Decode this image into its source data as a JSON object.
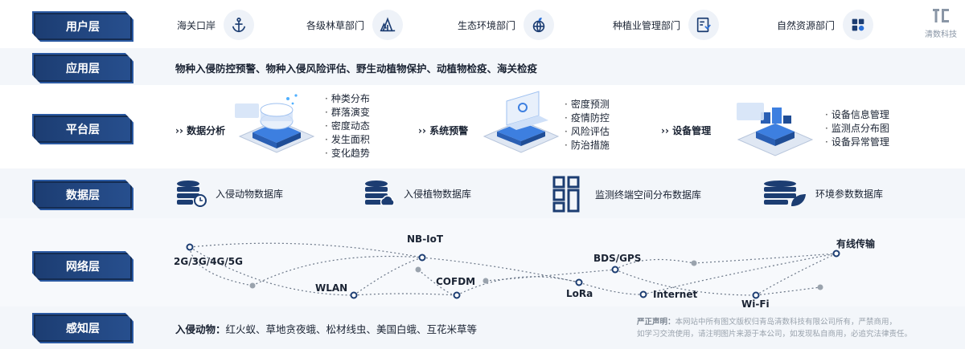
{
  "brand": {
    "name": "清数科技"
  },
  "layers": {
    "user": "用户层",
    "app": "应用层",
    "platform": "平台层",
    "data": "数据层",
    "network": "网络层",
    "perception": "感知层"
  },
  "user_items": [
    {
      "label": "海关口岸",
      "icon": "anchor-icon"
    },
    {
      "label": "各级林草部门",
      "icon": "forest-icon"
    },
    {
      "label": "生态环境部门",
      "icon": "ecology-globe-icon"
    },
    {
      "label": "种植业管理部门",
      "icon": "agri-management-icon"
    },
    {
      "label": "自然资源部门",
      "icon": "resource-grid-icon"
    }
  ],
  "app_text": "物种入侵防控预警、物种入侵风险评估、野生动植物保护、动植物检疫、海关检疫",
  "platform": {
    "modules": [
      {
        "title": "数据分析",
        "items": [
          "种类分布",
          "群落演变",
          "密度动态",
          "发生面积",
          "变化趋势"
        ]
      },
      {
        "title": "系统预警",
        "items": [
          "密度预测",
          "疫情防控",
          "风险评估",
          "防治措施"
        ]
      },
      {
        "title": "设备管理",
        "items": [
          "设备信息管理",
          "监测点分布图",
          "设备异常管理"
        ]
      }
    ]
  },
  "databases": [
    {
      "label": "入侵动物数据库",
      "icon": "database-clock-icon"
    },
    {
      "label": "入侵植物数据库",
      "icon": "database-cloud-icon"
    },
    {
      "label": "监测终端空间分布数据库",
      "icon": "terminal-grid-icon"
    },
    {
      "label": "环境参数数据库",
      "icon": "database-leaf-icon"
    }
  ],
  "network_nodes": [
    "2G/3G/4G/5G",
    "NB-IoT",
    "WLAN",
    "COFDM",
    "LoRa",
    "BDS/GPS",
    "Internet",
    "Wi-Fi",
    "有线传输"
  ],
  "perception": {
    "label": "入侵动物：",
    "text": "红火蚁、草地贪夜蛾、松材线虫、美国白蛾、互花米草等"
  },
  "legal": {
    "title": "严正声明：",
    "line1": "本网站中所有图文版权归青岛清数科技有限公司所有，严禁商用，",
    "line2": "如学习交流使用，请注明图片来源于本公司，如发现私自商用，必追究法律责任。"
  },
  "colors": {
    "navy": "#1c3d72",
    "accent": "#2a6fd6",
    "band": "#f3f6fa"
  }
}
